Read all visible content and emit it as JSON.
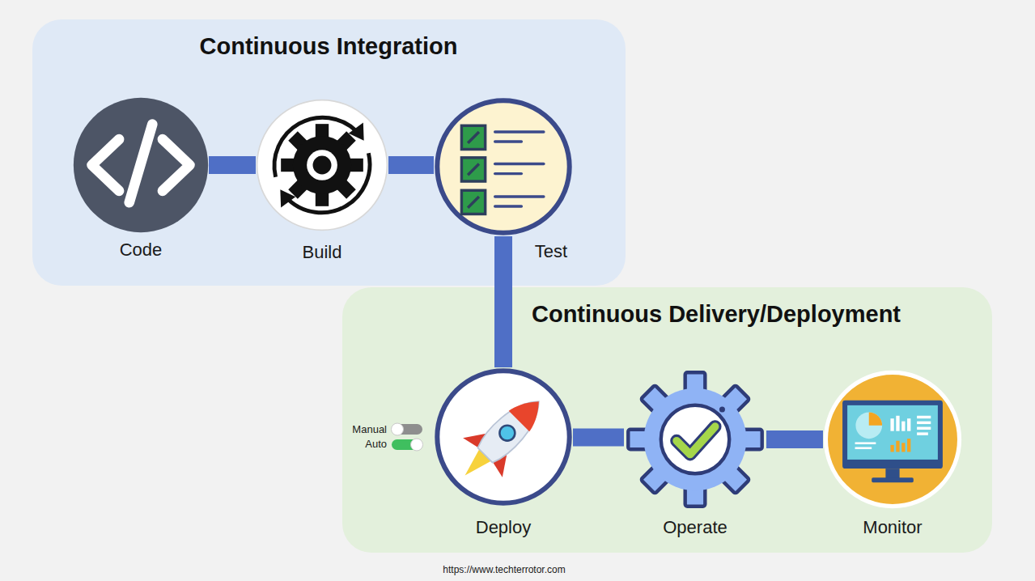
{
  "diagram": {
    "nodes": [
      {
        "text": [
          "Continuous Integration"
        ]
      },
      {
        "text": [
          "Code"
        ],
        "in": 0
      },
      {
        "text": [
          "Build"
        ],
        "in": 0
      },
      {
        "text": [
          "Test"
        ],
        "in": 0
      },
      {
        "text": [
          "Continuous Delivery/Deployment"
        ]
      },
      {
        "text": [
          "Deploy"
        ],
        "in": 4
      },
      {
        "text": [
          "Operate"
        ],
        "in": 4
      },
      {
        "text": [
          "Monitor"
        ],
        "in": 4
      }
    ],
    "edges": [
      {
        "from": 1,
        "to": 2,
        "arrow": "none"
      },
      {
        "from": 2,
        "to": 3,
        "arrow": "none"
      },
      {
        "from": 3,
        "to": 5,
        "arrow": "none"
      },
      {
        "from": 5,
        "to": 6,
        "arrow": "none"
      },
      {
        "from": 6,
        "to": 7,
        "arrow": "none"
      }
    ],
    "labels": [
      "Manual",
      "Auto",
      "https://www.techterrotor.com"
    ]
  }
}
